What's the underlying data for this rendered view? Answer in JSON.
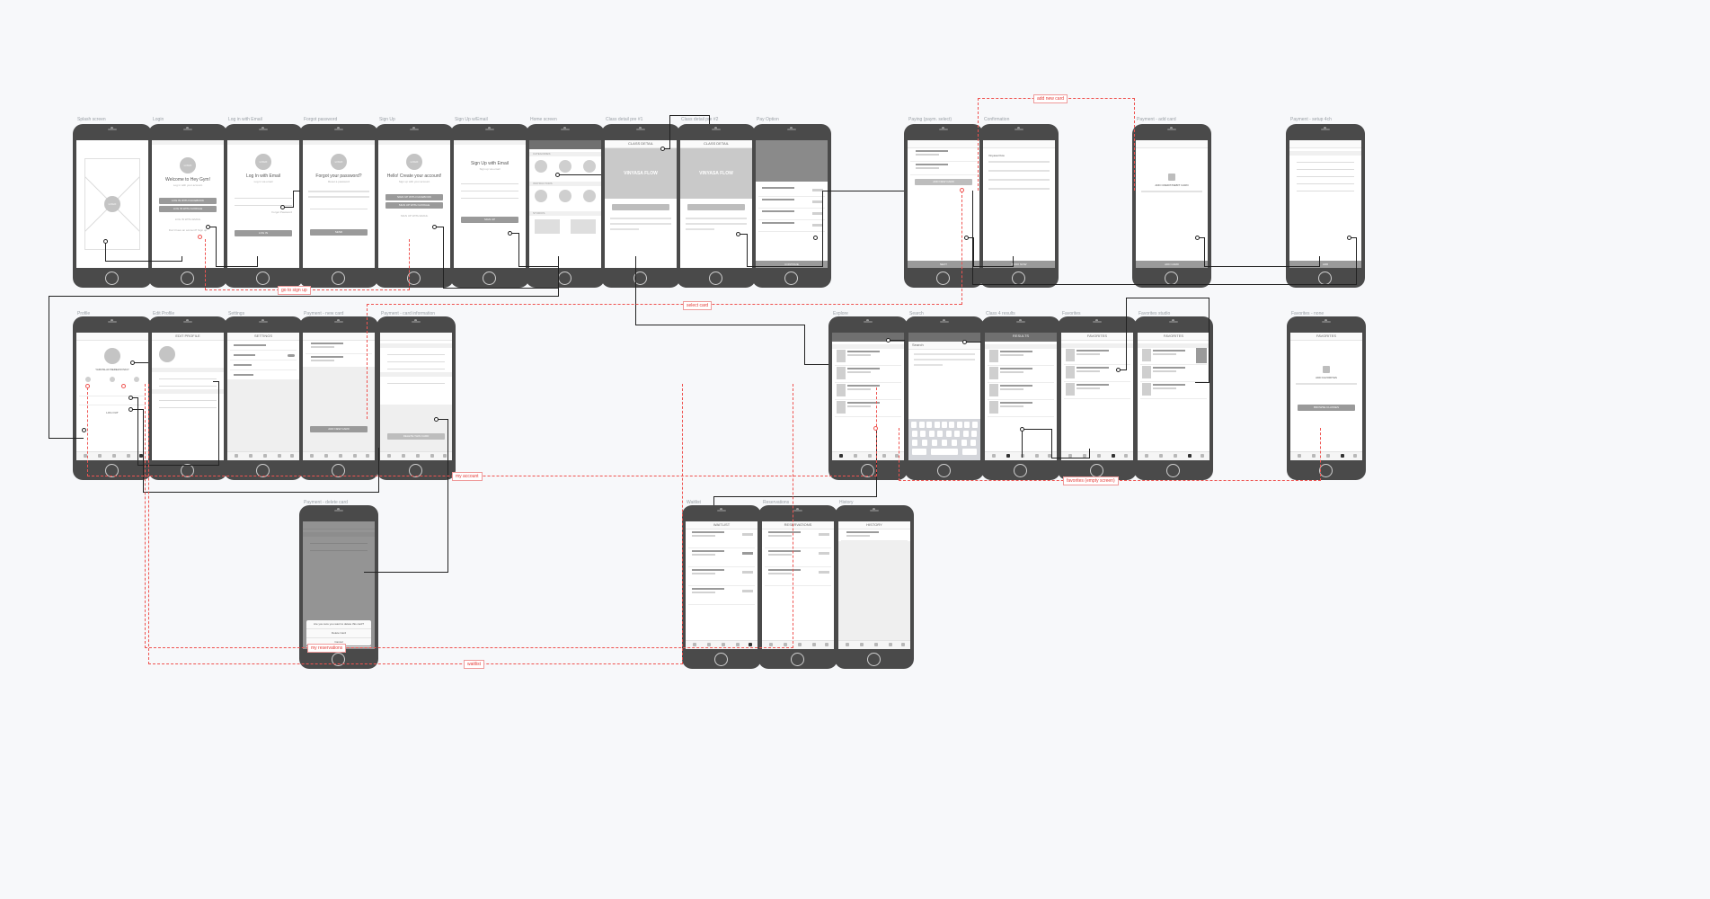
{
  "screens": {
    "splash": {
      "label": "Splash screen",
      "logo": "LOGO"
    },
    "login": {
      "label": "Login",
      "logo": "LOGO",
      "title": "Welcome to Hey Gym!",
      "subtitle": "Log in with your account",
      "fb": "LOG IN WITH FACEBOOK",
      "google": "LOG IN WITH GOOGLE",
      "email": "LOG IN WITH EMAIL",
      "footer": "Don't have an account? Sign up"
    },
    "login_email": {
      "label": "Log in with Email",
      "logo": "LOGO",
      "title": "Log In with Email",
      "subtitle": "Log in via email",
      "forgot": "Forgot Password",
      "btn": "LOG IN"
    },
    "forgot": {
      "label": "Forgot password",
      "logo": "LOGO",
      "title": "Forgot your password?",
      "subtitle": "Reset a password",
      "btn": "SEND"
    },
    "signup": {
      "label": "Sign Up",
      "logo": "LOGO",
      "title": "Hello! Create your account!",
      "subtitle": "Sign up with your account",
      "fb": "SIGN UP WITH FACEBOOK",
      "google": "SIGN UP WITH GOOGLE",
      "email": "SIGN UP WITH EMAIL"
    },
    "signup_email": {
      "label": "Sign Up w/Email",
      "title": "Sign Up with Email",
      "subtitle": "Sign up via email",
      "btn": "SIGN UP"
    },
    "home": {
      "label": "Home screen",
      "section1": "CATEGORIES",
      "section2": "INSTRUCTORS",
      "section3": "STUDIOS"
    },
    "class_detail_1": {
      "label": "Class detail pre #1",
      "hero": "VINYASA FLOW",
      "nav": "CLASS DETAIL"
    },
    "class_detail_2": {
      "label": "Class detail pre #2",
      "hero": "VINYASA FLOW",
      "nav": "CLASS DETAIL"
    },
    "pay_option": {
      "label": "Pay Option",
      "btn": "CONTINUE"
    },
    "payment_select": {
      "label": "Paying (paym. select)",
      "btn": "ADD NEW CARD",
      "foot": "NEXT"
    },
    "confirmation": {
      "label": "Confirmation",
      "item": "Vinyasa Flow",
      "foot": "BOOK NOW"
    },
    "payment_add_card": {
      "label": "Payment - add card",
      "empty": "ADD CREDIT/DEBIT CARD",
      "foot": "ADD CARD"
    },
    "payment_setup": {
      "label": "Payment - setup 4ch",
      "foot": "ADD"
    },
    "profile": {
      "label": "Profile",
      "name": "YAROSLAV BEREZOVSKIY",
      "logout": "LOG OUT"
    },
    "edit_profile": {
      "label": "Edit Profile",
      "nav": "EDIT PROFILE"
    },
    "settings": {
      "label": "Settings",
      "nav": "SETTINGS"
    },
    "payment_new_card": {
      "label": "Payment - new card",
      "btn": "ADD NEW CARD"
    },
    "payment_card_information": {
      "label": "Payment - card information",
      "btn": "DELETE THIS CARD"
    },
    "payment_delete_card": {
      "label": "Payment - delete card",
      "sheet1": "Are you sure you want to delete this card?",
      "sheet2": "Delete Card",
      "sheet3": "Cancel"
    },
    "explore": {
      "label": "Explore"
    },
    "search": {
      "label": "Search",
      "bar": "Search"
    },
    "class_results": {
      "label": "Class 4 results",
      "nav": "RESULTS"
    },
    "favorites": {
      "label": "Favorites",
      "nav": "FAVORITES"
    },
    "favorites_studio": {
      "label": "Favorites studio",
      "nav": "FAVORITES"
    },
    "favorites_none": {
      "label": "Favorites - none",
      "nav": "FAVORITES",
      "empty": "ADD FAVORITES",
      "btn": "BROWSE CLASSES"
    },
    "waitlist": {
      "label": "Waitlist",
      "nav": "WAITLIST"
    },
    "reservations": {
      "label": "Reservations",
      "nav": "RESERVATIONS"
    },
    "history": {
      "label": "History",
      "nav": "HISTORY"
    }
  },
  "flow_labels": {
    "go_to_sign_up": "go to sign up",
    "add_new_card": "add new card",
    "select_card": "select card",
    "my_account": "my account",
    "my_reservations": "my reservations",
    "waitlist": "waitlist",
    "favorites_empty": "favorites (empty screen)"
  },
  "colors": {
    "wire": "#222222",
    "flow_dashed": "#ef5350",
    "phone_body": "#4a4a4a"
  }
}
